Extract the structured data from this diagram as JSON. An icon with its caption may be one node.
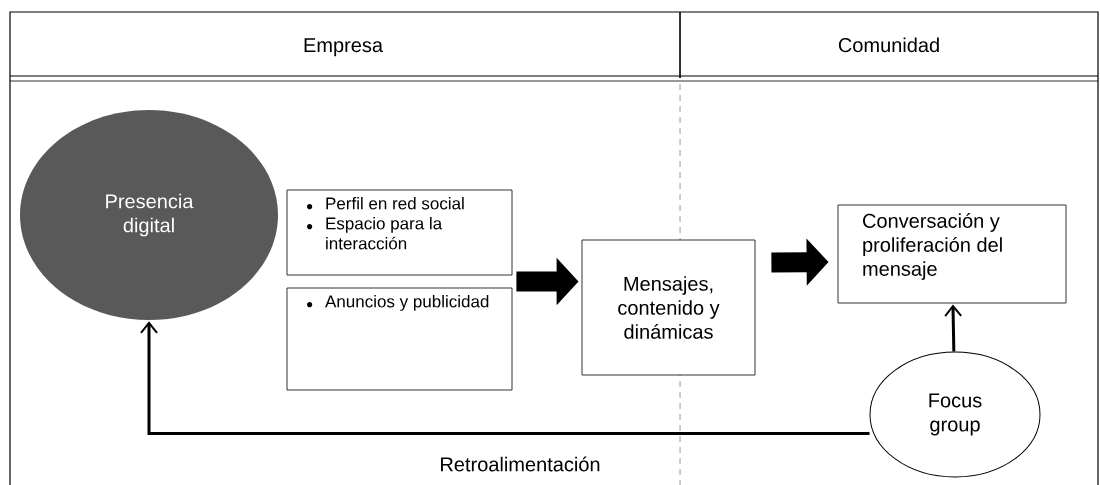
{
  "diagram": {
    "nodes": [
      {
        "text": [
          "Presencia digital"
        ]
      },
      {
        "text": [
          "Perfil en red social",
          "Espacio para la interacción"
        ]
      },
      {
        "text": [
          "Anuncios y publicidad"
        ]
      },
      {
        "text": [
          "Mensajes, contenido y dinámicas"
        ]
      },
      {
        "text": [
          "Conversación y proliferación del mensaje"
        ]
      },
      {
        "text": [
          "Focus group"
        ]
      }
    ],
    "edges": [
      {
        "from": 1,
        "to": 3,
        "arrow": "to"
      },
      {
        "from": 2,
        "to": 3,
        "arrow": "to"
      },
      {
        "from": 3,
        "to": 4,
        "arrow": "to"
      },
      {
        "from": 5,
        "to": 4,
        "arrow": "to"
      },
      {
        "from": 5,
        "to": 0,
        "arrow": "to",
        "label": "Retroalimentación"
      }
    ],
    "labels": [
      "Empresa",
      "Comunidad"
    ]
  }
}
